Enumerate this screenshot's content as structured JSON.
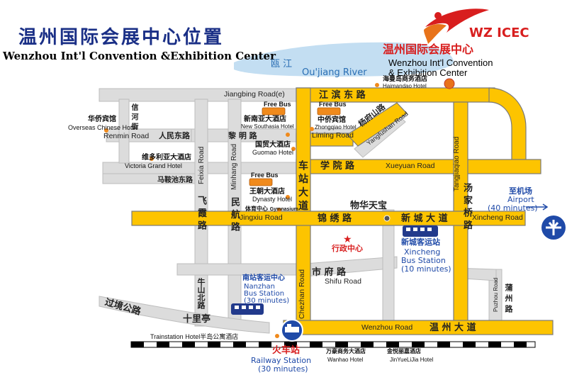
{
  "title": {
    "cn": "温州国际会展中心位置",
    "en": "Wenzhou Int'l Convention &Exhibition Center"
  },
  "brand": {
    "logo_text": "WZ ICEC",
    "cn": "温州国际会展中心",
    "en_line1": "Wenzhou Int'l Convention",
    "en_line2": "& Exhibition Center",
    "accent": "#d81e1e",
    "logo_orange": "#e8731a"
  },
  "river": {
    "cn": "瓯        江",
    "en": "Ou'jiang River"
  },
  "roads": {
    "jiangbing_en": "Jiangbing Road(e)",
    "jiangbing_cn": "江    滨    东    路",
    "renmin_en": "Renmin Road",
    "renmin_cn": "人民东路",
    "liming_cn": "黎        明        路",
    "liming_en": "Liming Road",
    "yangfushan_cn": "杨府山路",
    "yangfushan_en": "Yangfushan Road",
    "xueyuan_cn": "学    院    路",
    "xueyuan_en": "Xueyuan Road",
    "tangjiaqiao_en": "Tangjiaqiao Road",
    "tangjiaqiao_cn": "汤  家  桥  路",
    "feixia_en": "Feixia Road",
    "feixia_cn": "飞  霞  路",
    "minhang_en": "Minhang Road",
    "minhang_cn": "民  航  路",
    "chezhan_cn": "车  站  大  道",
    "chezhan_en": "Chezhan Road",
    "jingxiu_en": "Jingxiu Road",
    "jingxiu_cn": "锦    绣    路",
    "xincheng_cn": "新  城  大  道",
    "xincheng_en": "Xincheng Road",
    "shifu_cn": "市  府  路",
    "shifu_en": "Shifu Road",
    "niushan_cn": "牛山北路",
    "pushui_cn": "蒲  州  路",
    "pushui_en": "Puzhou Road",
    "guojing_cn": "过境公路",
    "shilitin_cn": "十里亭",
    "wenzhou_en": "Wenzhou Road",
    "wenzhou_cn": "温  州  大  道",
    "xinhe_cn": "信  河  街",
    "mayichi_cn": "马鞍池东路"
  },
  "places": {
    "haimandao_cn": "海曼岛商务酒店",
    "haimandao_en": "Haimandao Hotel",
    "huaqiao_cn": "华侨宾馆",
    "huaqiao_en": "Overseas Chinese Hotel",
    "xinnanya_cn": "新南亚大酒店",
    "xinnanya_en": "New Southasia Hotel",
    "zhongqiao_cn": "中侨宾馆",
    "zhongqiao_en": "Zhongqiao Hotel",
    "guomao_cn": "国贸大酒店",
    "guomao_en": "Guomao Hotel",
    "victoria_cn": "维多利亚大酒店",
    "victoria_en": "Victoria Grand Hotel",
    "wangchao_cn": "王朝大酒店",
    "wangchao_en": "Dynasty Hotel",
    "gym_cn": "体育中心",
    "gym_en": "Gymnasium",
    "wuhua_cn": "物华天宝",
    "xingzheng_cn": "行政中心",
    "xincheng_bus_cn": "新城客运站",
    "xincheng_bus_en1": "Xincheng",
    "xincheng_bus_en2": "Bus Station",
    "xincheng_bus_en3": "(10 minutes)",
    "nanzhan_cn": "南站客运中心",
    "nanzhan_en1": "Nanzhan",
    "nanzhan_en2": "Bus Station",
    "nanzhan_en3": "(30 minutes)",
    "airport_cn": "至机场",
    "airport_en1": "Airport",
    "airport_en2": "(40 minutes)",
    "trainstation_hotel": "Trainstation Hotel半岛公寓酒店",
    "railway_cn": "火车站",
    "railway_en1": "Railway Station",
    "railway_en2": "(30 minutes)",
    "wanhao_cn": "万豪商务大酒店",
    "wanhao_en": "Wanhao Hotel",
    "jinyue_cn": "金悦丽嘉酒店",
    "jinyue_en": "JinYueLiJia Hotel"
  },
  "free_bus": "Free Bus",
  "colors": {
    "main_road": "#fdc400",
    "road_outline": "#7a7a7a",
    "minor_road": "#dcdcdc",
    "river": "#c3def2",
    "label_blue": "#1f4aa8",
    "bus_blue": "#223a8c",
    "bus_orange": "#f08a1c"
  }
}
